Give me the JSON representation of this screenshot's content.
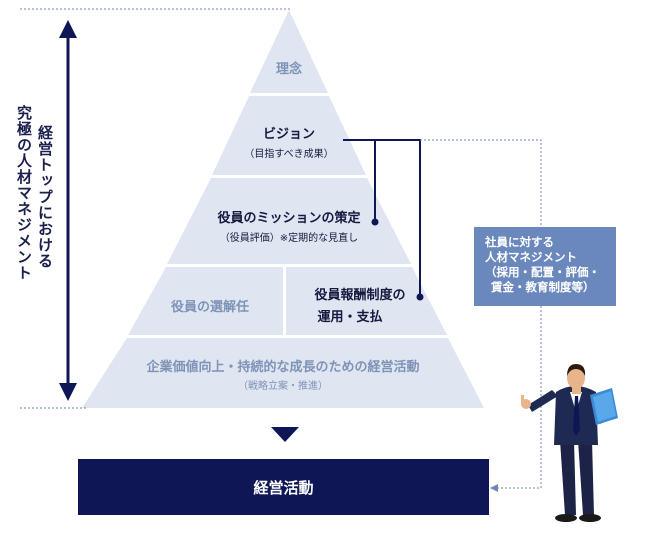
{
  "axis": {
    "label_line1": "経営トップにおける",
    "label_line2": "究極の人材マネジメント"
  },
  "pyramid": {
    "level1": {
      "title": "理念"
    },
    "level2": {
      "title": "ビジョン",
      "sub": "（目指すべき成果）"
    },
    "level3": {
      "title": "役員のミッションの策定",
      "sub": "（役員評価）※定期的な見直し"
    },
    "level4_left": {
      "title": "役員の選解任"
    },
    "level4_right": {
      "title_line1": "役員報酬制度の",
      "title_line2": "運用・支払"
    },
    "level5": {
      "title": "企業価値向上・持続的な成長のための経営活動",
      "sub": "（戦略立案・推進）"
    }
  },
  "side_box": {
    "line1": "社員に対する",
    "line2": "人材マネジメント",
    "line3": "（採用・配置・評価・",
    "line4": "賃金・教育制度等）"
  },
  "result_box": {
    "label": "経営活動"
  },
  "colors": {
    "pyramid_fill": "#dfe6f1",
    "navy": "#0e1656",
    "muted_text": "#7e93b7",
    "side_box": "#6b88bd",
    "dotted": "#6e87b6"
  }
}
